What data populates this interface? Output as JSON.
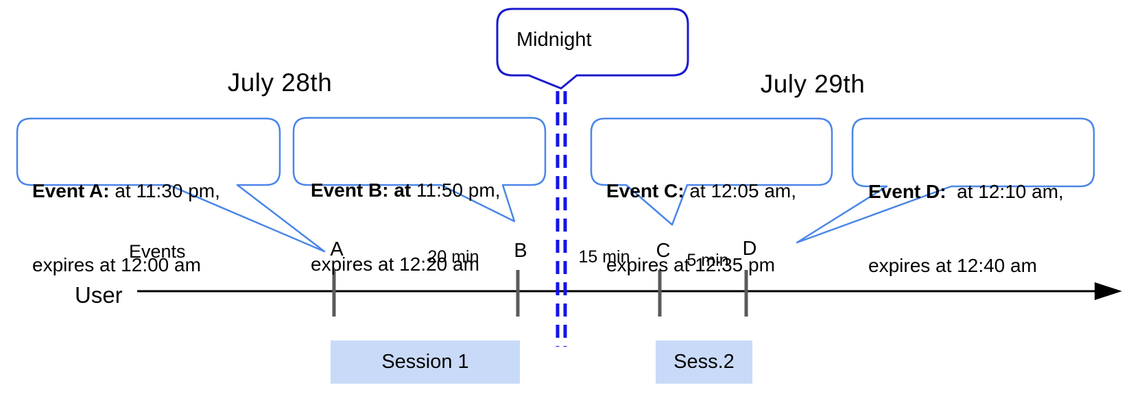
{
  "dates": {
    "left": "July 28th",
    "right": "July 29th"
  },
  "midnight": {
    "label": "Midnight"
  },
  "axis": {
    "events_label": "Events",
    "user_label": "User"
  },
  "callouts": {
    "a": {
      "title": "Event A:",
      "time": " at 11:30 pm,",
      "expiry": "expires at 12:00 am"
    },
    "b": {
      "title": "Event B: at",
      "time": " 11:50 pm,",
      "expiry": "expires at 12:20 am"
    },
    "c": {
      "title": "Event C:",
      "time": " at 12:05 am,",
      "expiry": "expires at 12:35 pm"
    },
    "d": {
      "title": "Event D:",
      "time": "  at 12:10 am,",
      "expiry": "expires at 12:40 am"
    }
  },
  "ticks": {
    "a": "A",
    "b": "B",
    "c": "C",
    "d": "D"
  },
  "intervals": {
    "ab": "20 min",
    "bc": "15 min",
    "cd": "5 min"
  },
  "sessions": {
    "s1": "Session 1",
    "s2": "Sess.2"
  },
  "colors": {
    "callout_border": "#4a86e8",
    "midnight_border": "#1a1acc",
    "dashed_line": "#1414e6",
    "session_fill": "#c9daf8",
    "tick": "#5a5a5a",
    "axis": "#000000"
  }
}
